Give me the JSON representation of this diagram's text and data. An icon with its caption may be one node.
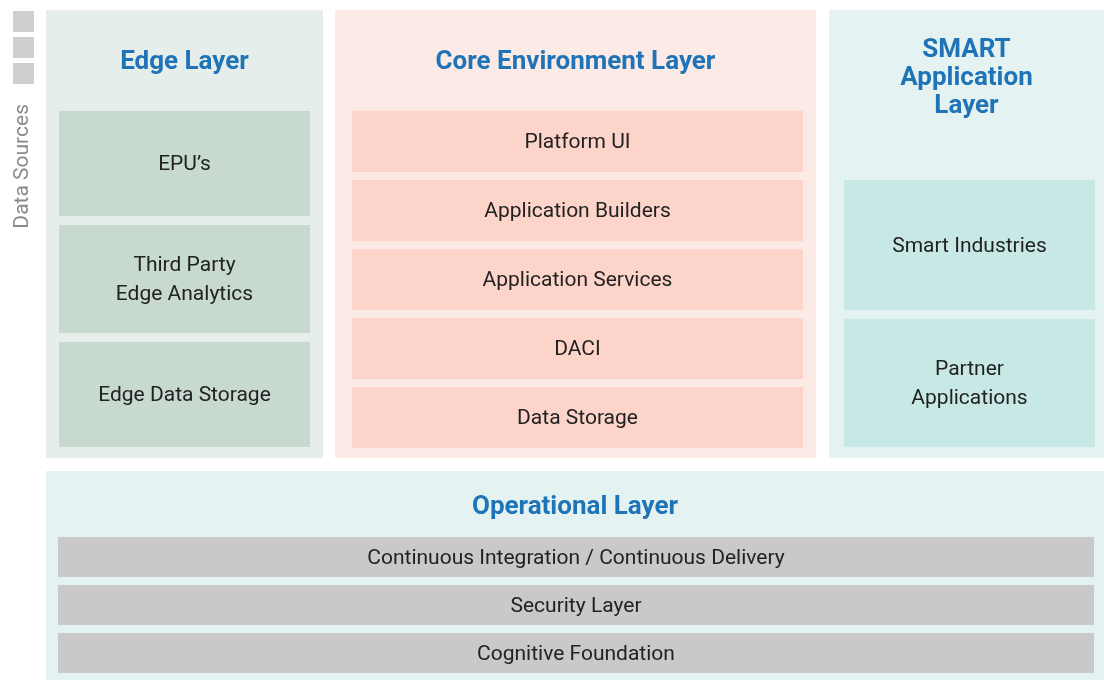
{
  "diagram": {
    "nodes": [
      {
        "text": [
          "Edge Layer"
        ]
      },
      {
        "text": [
          "EPU’s"
        ],
        "in": 0
      },
      {
        "text": [
          "Third Party Edge Analytics"
        ],
        "in": 0
      },
      {
        "text": [
          "Edge Data Storage"
        ],
        "in": 0
      },
      {
        "text": [
          "Core Environment Layer"
        ]
      },
      {
        "text": [
          "Platform UI"
        ],
        "in": 4
      },
      {
        "text": [
          "Application Builders"
        ],
        "in": 4
      },
      {
        "text": [
          "Application Services"
        ],
        "in": 4
      },
      {
        "text": [
          "DACI"
        ],
        "in": 4
      },
      {
        "text": [
          "Data Storage"
        ],
        "in": 4
      },
      {
        "text": [
          "SMART Application Layer"
        ]
      },
      {
        "text": [
          "Smart Industries"
        ],
        "in": 10
      },
      {
        "text": [
          "Partner Applications"
        ],
        "in": 10
      },
      {
        "text": [
          "Operational Layer"
        ]
      },
      {
        "text": [
          "Continuous Integration / Continuous Delivery"
        ],
        "in": 13
      },
      {
        "text": [
          "Security Layer"
        ],
        "in": 13
      },
      {
        "text": [
          "Cognitive Foundation"
        ],
        "in": 13
      }
    ],
    "edges": [],
    "labels": [
      "Data Sources"
    ]
  }
}
